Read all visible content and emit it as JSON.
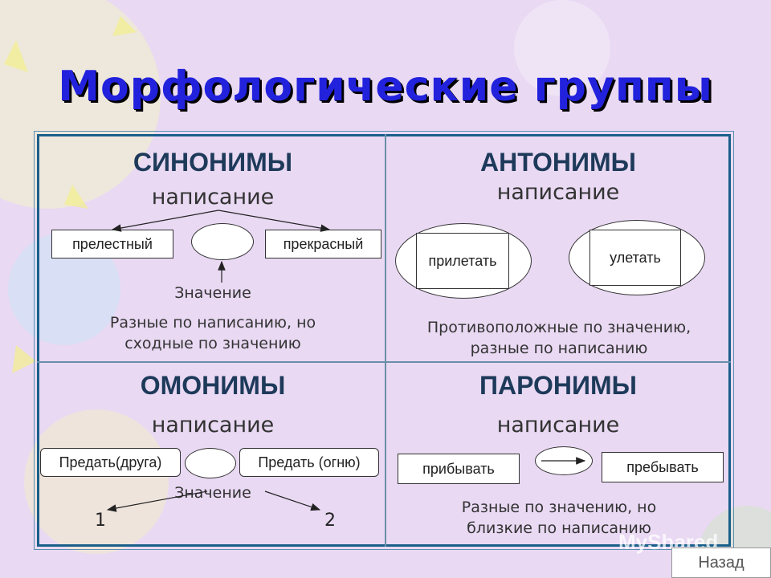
{
  "title": "Морфологические группы",
  "cells": {
    "synonyms": {
      "heading": "СИНОНИМЫ",
      "writing": "написание",
      "word1": "прелестный",
      "word2": "прекрасный",
      "meaning": "Значение",
      "desc_line1": "Разные по написанию, но",
      "desc_line2": "сходные по значению"
    },
    "antonyms": {
      "heading": "АНТОНИМЫ",
      "writing": "написание",
      "word1": "прилетать",
      "word2": "улетать",
      "desc_line1": "Противоположные по значению,",
      "desc_line2": "разные по написанию"
    },
    "homonyms": {
      "heading": "ОМОНИМЫ",
      "writing": "написание",
      "word1": "Предать(друга)",
      "word2": "Предать (огню)",
      "meaning": "Значение",
      "num1": "1",
      "num2": "2"
    },
    "paronyms": {
      "heading": "ПАРОНИМЫ",
      "writing": "написание",
      "word1": "прибывать",
      "word2": "пребывать",
      "desc_line1": "Разные по значению, но",
      "desc_line2": "близкие по написанию"
    }
  },
  "nav": {
    "back_label": "Назад"
  },
  "watermark": "MyShared",
  "colors": {
    "background": "#e9d9f3",
    "title": "#2222dd",
    "frame": "#1a5f8a"
  }
}
